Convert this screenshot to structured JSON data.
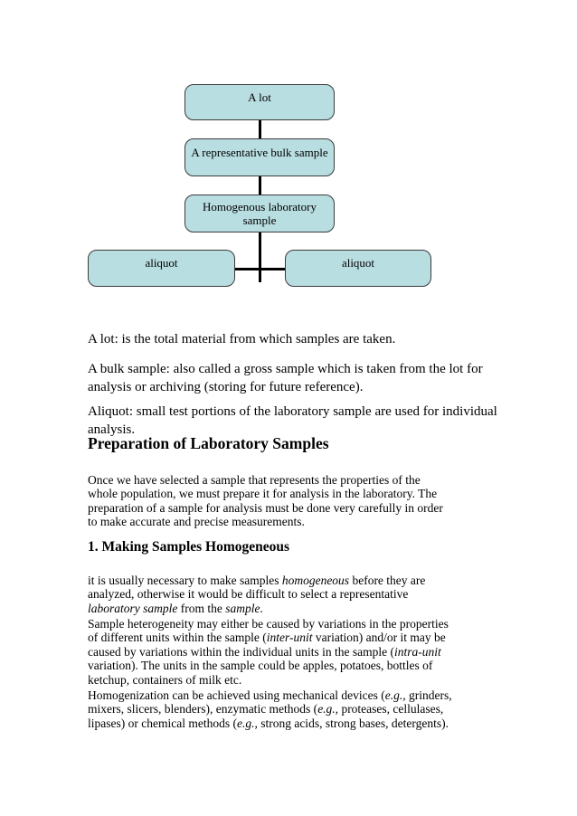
{
  "document": {
    "diagram": {
      "box_fill": "#b9dee2",
      "box_border": "#3a3a3a",
      "connector_color": "#000000",
      "boxes": [
        {
          "label": "A lot"
        },
        {
          "label": "A representative bulk sample"
        },
        {
          "label": "Homogenous laboratory sample"
        },
        {
          "label": "aliquot"
        },
        {
          "label": "aliquot"
        }
      ]
    },
    "definitions": [
      {
        "lines": [
          "A lot: is the total material from which samples are taken."
        ]
      },
      {
        "lines": [
          "A bulk sample: also called a gross sample which is taken from the lot for",
          "analysis or archiving (storing for future reference)."
        ]
      },
      {
        "lines": [
          "Aliquot: small test portions of the laboratory sample are used for individual",
          "analysis."
        ]
      }
    ],
    "sections": [
      {
        "heading": "Preparation of Laboratory Samples",
        "paragraphs": [
          {
            "lines": [
              "Once we have selected a sample that represents the properties of the",
              "whole population, we must prepare it for analysis in the laboratory. The",
              "preparation of a sample for analysis must be done very carefully in order",
              "to make accurate and precise measurements."
            ]
          }
        ]
      },
      {
        "heading": "1. Making Samples Homogeneous",
        "paragraphs": [
          {
            "lines": [
              [
                [
                  "n",
                  "it is usually necessary to make samples "
                ],
                [
                  "i",
                  "homogeneous"
                ],
                [
                  "n",
                  " before they are"
                ]
              ],
              "analyzed, otherwise it would be difficult to select a representative",
              [
                [
                  "i",
                  "laboratory sample"
                ],
                [
                  "n",
                  " from the "
                ],
                [
                  "i",
                  "sample"
                ],
                [
                  "n",
                  "."
                ]
              ]
            ]
          },
          {
            "lines": [
              "Sample heterogeneity may either be caused by variations in the properties",
              [
                [
                  "n",
                  "of different units within the sample ("
                ],
                [
                  "i",
                  "inter-unit"
                ],
                [
                  "n",
                  " variation) and/or it may be"
                ]
              ],
              [
                [
                  "n",
                  "caused by variations within the individual units in the sample ("
                ],
                [
                  "i",
                  "intra-unit"
                ]
              ],
              "variation). The units in the sample could be apples, potatoes, bottles of",
              "ketchup, containers of milk etc."
            ]
          },
          {
            "lines": [
              [
                [
                  "n",
                  "Homogenization can be achieved using mechanical devices ("
                ],
                [
                  "i",
                  "e.g.,"
                ],
                [
                  "n",
                  " grinders,"
                ]
              ],
              [
                [
                  "n",
                  "mixers, slicers, blenders), enzymatic methods ("
                ],
                [
                  "i",
                  "e.g.,"
                ],
                [
                  "n",
                  " proteases, cellulases,"
                ]
              ],
              [
                [
                  "n",
                  "lipases) or chemical methods ("
                ],
                [
                  "i",
                  "e.g.,"
                ],
                [
                  "n",
                  " strong acids, strong bases, detergents)."
                ]
              ]
            ]
          }
        ]
      }
    ]
  }
}
